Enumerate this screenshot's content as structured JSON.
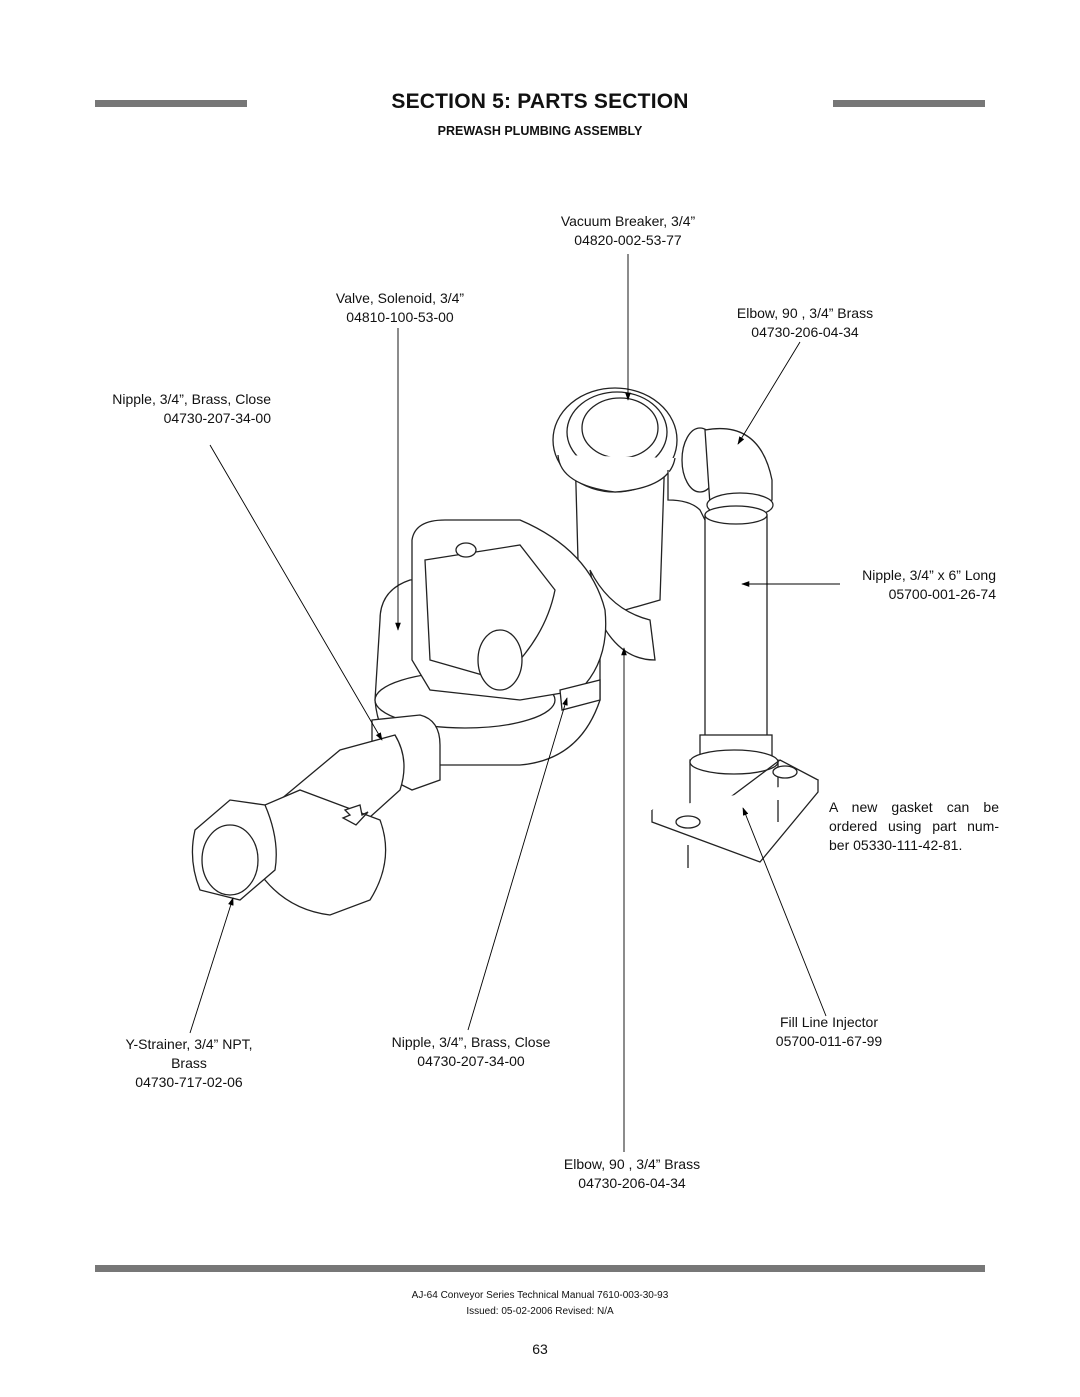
{
  "header": {
    "section_title": "SECTION 5: PARTS SECTION",
    "subtitle": "PREWASH PLUMBING ASSEMBLY"
  },
  "callouts": {
    "vacuum_breaker": {
      "name": "Vacuum Breaker, 3/4”",
      "part": "04820-002-53-77"
    },
    "valve_solenoid": {
      "name": "Valve, Solenoid, 3/4”",
      "part": "04810-100-53-00"
    },
    "elbow_top": {
      "name": "Elbow, 90 , 3/4” Brass",
      "part": "04730-206-04-34"
    },
    "nipple_close_top": {
      "name": "Nipple, 3/4”, Brass, Close",
      "part": "04730-207-34-00"
    },
    "nipple_long": {
      "name": "Nipple, 3/4” x 6” Long",
      "part": "05700-001-26-74"
    },
    "gasket_note": "A new gasket can be ordered using part num- ber 05330-111-42-81.",
    "fill_line_injector": {
      "name": "Fill Line Injector",
      "part": "05700-011-67-99"
    },
    "y_strainer": {
      "line1": "Y-Strainer, 3/4” NPT,",
      "line2": "Brass",
      "part": "04730-717-02-06"
    },
    "nipple_close_bottom": {
      "name": "Nipple, 3/4”, Brass, Close",
      "part": "04730-207-34-00"
    },
    "elbow_bottom": {
      "name": "Elbow, 90 , 3/4” Brass",
      "part": "04730-206-04-34"
    }
  },
  "footer": {
    "manual": "AJ-64 Conveyor Series Technical Manual 7610-003-30-93",
    "issued": "Issued: 05-02-2006  Revised: N/A",
    "page_number": "63"
  }
}
